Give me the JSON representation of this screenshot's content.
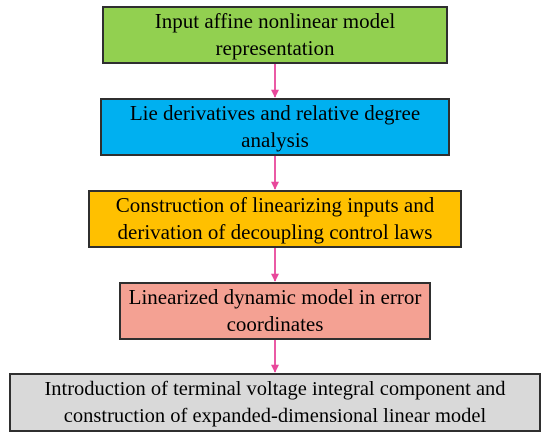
{
  "flowchart": {
    "steps": [
      {
        "text": "Input affine nonlinear model representation",
        "color": "#92d050"
      },
      {
        "text": "Lie derivatives and relative degree analysis",
        "color": "#00b0f0"
      },
      {
        "text": "Construction of linearizing inputs and derivation of decoupling control laws",
        "color": "#ffc000"
      },
      {
        "text": "Linearized dynamic model in error coordinates",
        "color": "#f4a193"
      },
      {
        "text": "Introduction of terminal voltage integral component and construction of expanded-dimensional linear model",
        "color": "#d9d9d9"
      }
    ],
    "arrow_color": "#e8479b"
  }
}
